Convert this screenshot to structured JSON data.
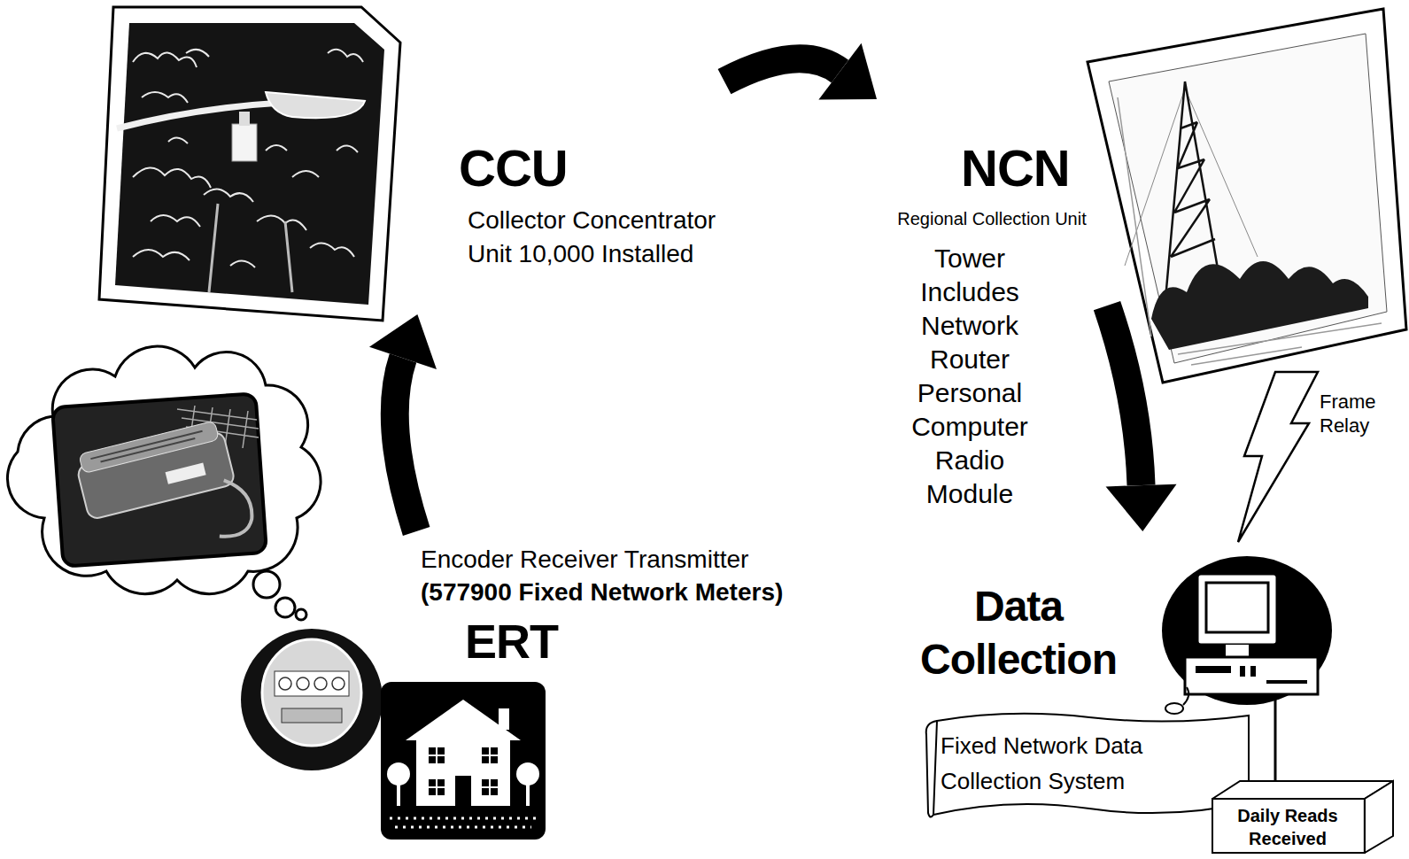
{
  "diagram": {
    "nodes": [
      {
        "text": [
          "CCU",
          "Collector Concentrator Unit 10,000 Installed"
        ]
      },
      {
        "text": [
          "NCN",
          "Regional Collection Unit",
          "Tower Includes Network Router Personal Computer Radio Module"
        ]
      },
      {
        "text": [
          "Encoder Receiver Transmitter",
          "(577900 Fixed Network Meters)",
          "ERT"
        ]
      },
      {
        "text": [
          "Data Collection"
        ]
      },
      {
        "text": [
          "Fixed Network Data Collection System"
        ],
        "in": 3
      },
      {
        "text": [
          "Daily Reads Received"
        ],
        "in": 3
      }
    ],
    "edges": [
      {
        "from": 2,
        "to": 0,
        "arrow": "to"
      },
      {
        "from": 0,
        "to": 1,
        "arrow": "to"
      },
      {
        "from": 1,
        "to": 3,
        "arrow": "to"
      }
    ],
    "labels": [
      "Frame Relay"
    ]
  }
}
